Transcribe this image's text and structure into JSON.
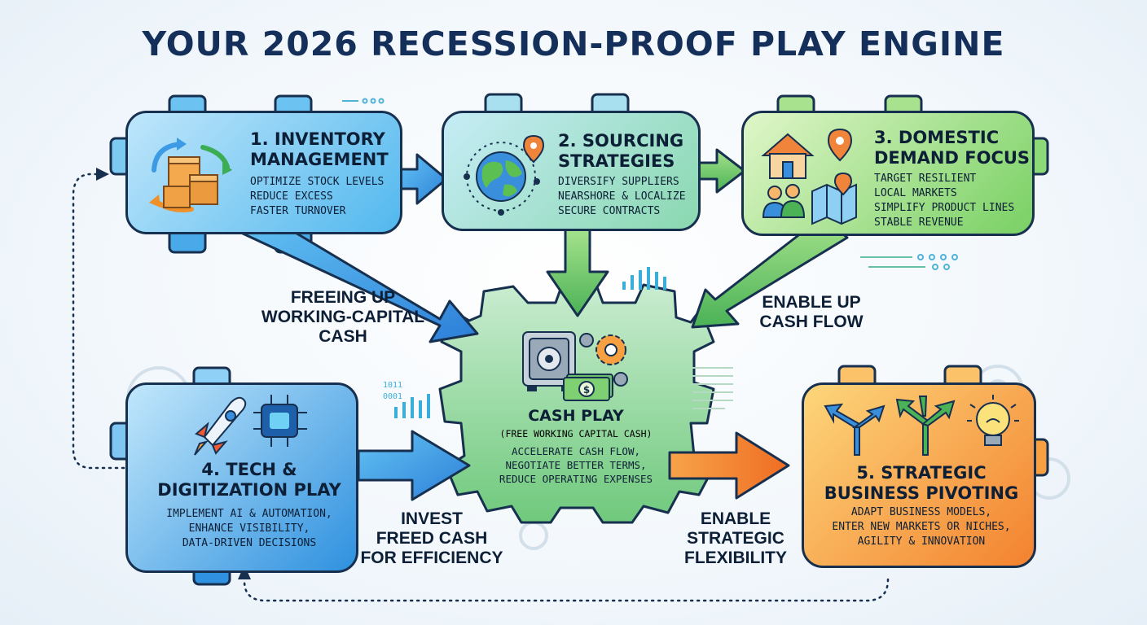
{
  "title": "YOUR 2026 RECESSION-PROOF PLAY ENGINE",
  "plays": {
    "inventory": {
      "heading": [
        "1. INVENTORY",
        "MANAGEMENT"
      ],
      "items": [
        "OPTIMIZE STOCK LEVELS",
        "REDUCE EXCESS",
        "FASTER TURNOVER"
      ],
      "icons": [
        "cycle-arrows-icon",
        "boxes-icon"
      ]
    },
    "sourcing": {
      "heading": [
        "2. SOURCING",
        "STRATEGIES"
      ],
      "items": [
        "DIVERSIFY SUPPLIERS",
        "NEARSHORE & LOCALIZE",
        "SECURE CONTRACTS"
      ],
      "icons": [
        "globe-icon",
        "location-pin-icon"
      ]
    },
    "domestic": {
      "heading": [
        "3. DOMESTIC",
        "DEMAND FOCUS"
      ],
      "items": [
        "TARGET RESILIENT",
        "LOCAL MARKETS",
        "SIMPLIFY PRODUCT LINES",
        "STABLE REVENUE"
      ],
      "icons": [
        "house-icon",
        "location-pin-icon",
        "people-icon",
        "map-icon"
      ]
    },
    "tech": {
      "heading": [
        "4. TECH &",
        "DIGITIZATION PLAY"
      ],
      "items": [
        "IMPLEMENT AI & AUTOMATION,",
        "ENHANCE VISIBILITY,",
        "DATA-DRIVEN DECISIONS"
      ],
      "icons": [
        "rocket-icon",
        "chip-icon"
      ]
    },
    "pivoting": {
      "heading": [
        "5. STRATEGIC",
        "BUSINESS PIVOTING"
      ],
      "items": [
        "ADAPT BUSINESS MODELS,",
        "ENTER NEW MARKETS OR NICHES,",
        "AGILITY & INNOVATION"
      ],
      "icons": [
        "split-arrows-icon",
        "lightbulb-icon"
      ]
    },
    "cash": {
      "heading": "CASH PLAY",
      "subheading": "(FREE WORKING CAPITAL CASH)",
      "items": [
        "ACCELERATE CASH FLOW,",
        "NEGOTIATE BETTER TERMS,",
        "REDUCE OPERATING EXPENSES"
      ],
      "icons": [
        "safe-icon",
        "gear-icon",
        "money-icon"
      ]
    }
  },
  "flows": {
    "freeing": [
      "FREEING UP",
      "WORKING-CAPITAL",
      "CASH"
    ],
    "enable_cash": [
      "ENABLE UP",
      "CASH FLOW"
    ],
    "invest": [
      "INVEST",
      "FREED CASH",
      "FOR EFFICIENCY"
    ],
    "flexibility": [
      "ENABLE",
      "STRATEGIC",
      "FLEXIBILITY"
    ]
  },
  "decor": {
    "binary": [
      "1011",
      "0001"
    ]
  },
  "colors": {
    "title": "#14305a",
    "blue": "#52b8ee",
    "green": "#7fd46a",
    "orange": "#f6a041",
    "outline": "#17304f"
  }
}
